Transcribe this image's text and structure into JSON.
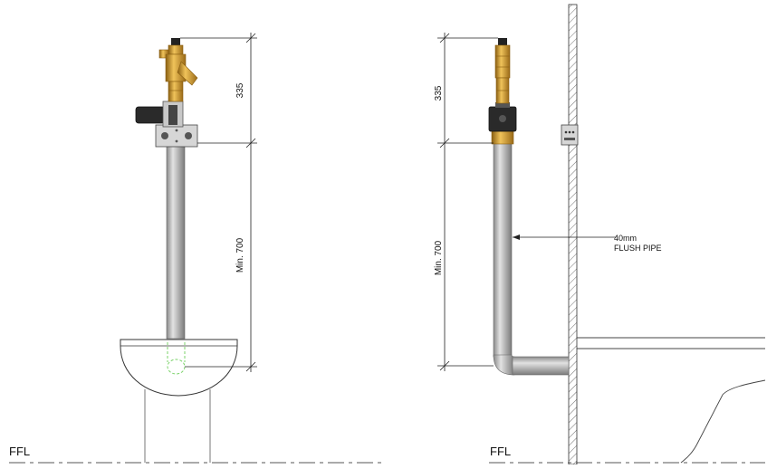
{
  "labels": {
    "ffl_left": "FFL",
    "ffl_right": "FFL",
    "dim_left_top": "335",
    "dim_left_bottom": "Min. 700",
    "dim_right_top": "335",
    "dim_right_bottom": "Min. 700",
    "note_pipe_size": "40mm",
    "note_pipe_name": "FLUSH PIPE"
  },
  "colors": {
    "brass": "#c9962b",
    "brass_dark": "#8a5f12",
    "pipe": "#b9b9b9",
    "pipe_dark": "#7d7d7d",
    "valve_black": "#2a2a2a",
    "hidden_line": "#7bd36a"
  }
}
